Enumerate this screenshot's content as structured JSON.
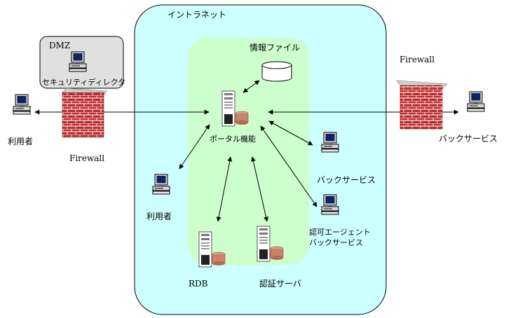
{
  "zones": {
    "intranet": "イントラネット",
    "dmz": "DMZ"
  },
  "nodes": {
    "security_director": "セキュリティディレクタ",
    "info_file": "情報ファイル",
    "portal": "ポータル機能",
    "user_outside": "利用者",
    "user_inside": "利用者",
    "firewall_left": "Firewall",
    "firewall_right": "Firewall",
    "back_service_right": "バックサービス",
    "back_service_inner": "バックサービス",
    "authz_agent_line1": "認可エージェント",
    "authz_agent_line2": "バックサービス",
    "rdb": "RDB",
    "auth_server": "認証サーバ"
  },
  "colors": {
    "intranet_fill": "#ccffff",
    "portal_zone_fill": "#ccffcc",
    "dmz_fill": "#e0e0e0",
    "brick": "#c0282a",
    "disk": "#c8846a"
  },
  "icons": [
    "workstation-icon",
    "server-icon",
    "database-icon",
    "firewall-icon"
  ]
}
